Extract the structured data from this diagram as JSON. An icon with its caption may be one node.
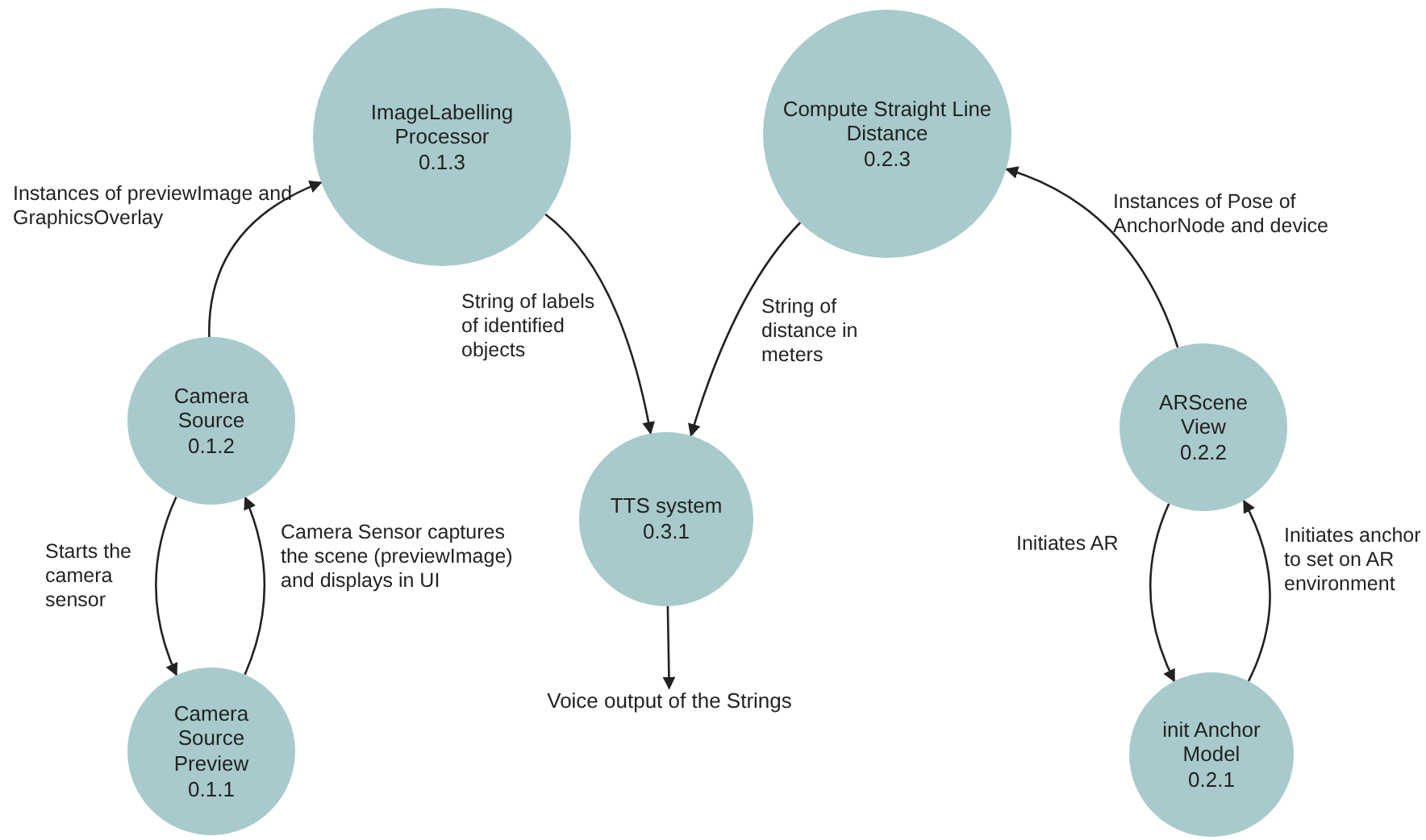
{
  "diagram": {
    "nodes": [
      {
        "text": [
          "ImageLabelling Processor",
          "0.1.3"
        ]
      },
      {
        "text": [
          "Compute Straight Line Distance",
          "0.2.3"
        ]
      },
      {
        "text": [
          "Camera Source",
          "0.1.2"
        ]
      },
      {
        "text": [
          "ARScene View",
          "0.2.2"
        ]
      },
      {
        "text": [
          "TTS system",
          "0.3.1"
        ]
      },
      {
        "text": [
          "Voice output of the Strings"
        ]
      },
      {
        "text": [
          "Camera Source Preview",
          "0.1.1"
        ]
      },
      {
        "text": [
          "init Anchor Model",
          "0.2.1"
        ]
      }
    ],
    "edges": [
      {
        "from": 2,
        "to": 0,
        "arrow": "to",
        "label": "Instances of previewImage and GraphicsOverlay"
      },
      {
        "from": 0,
        "to": 4,
        "arrow": "to",
        "label": "String of labels of identified objects"
      },
      {
        "from": 1,
        "to": 4,
        "arrow": "to",
        "label": "String of distance in meters"
      },
      {
        "from": 3,
        "to": 1,
        "arrow": "to",
        "label": "Instances of Pose of AnchorNode and device"
      },
      {
        "from": 4,
        "to": 5,
        "arrow": "to"
      },
      {
        "from": 2,
        "to": 6,
        "arrow": "to",
        "label": "Starts the camera sensor"
      },
      {
        "from": 6,
        "to": 2,
        "arrow": "to",
        "label": "Camera Sensor captures the scene (previewImage) and displays in UI"
      },
      {
        "from": 3,
        "to": 7,
        "arrow": "to",
        "label": "Initiates AR"
      },
      {
        "from": 7,
        "to": 3,
        "arrow": "to",
        "label": "Initiates anchor to set on AR environment"
      }
    ]
  }
}
